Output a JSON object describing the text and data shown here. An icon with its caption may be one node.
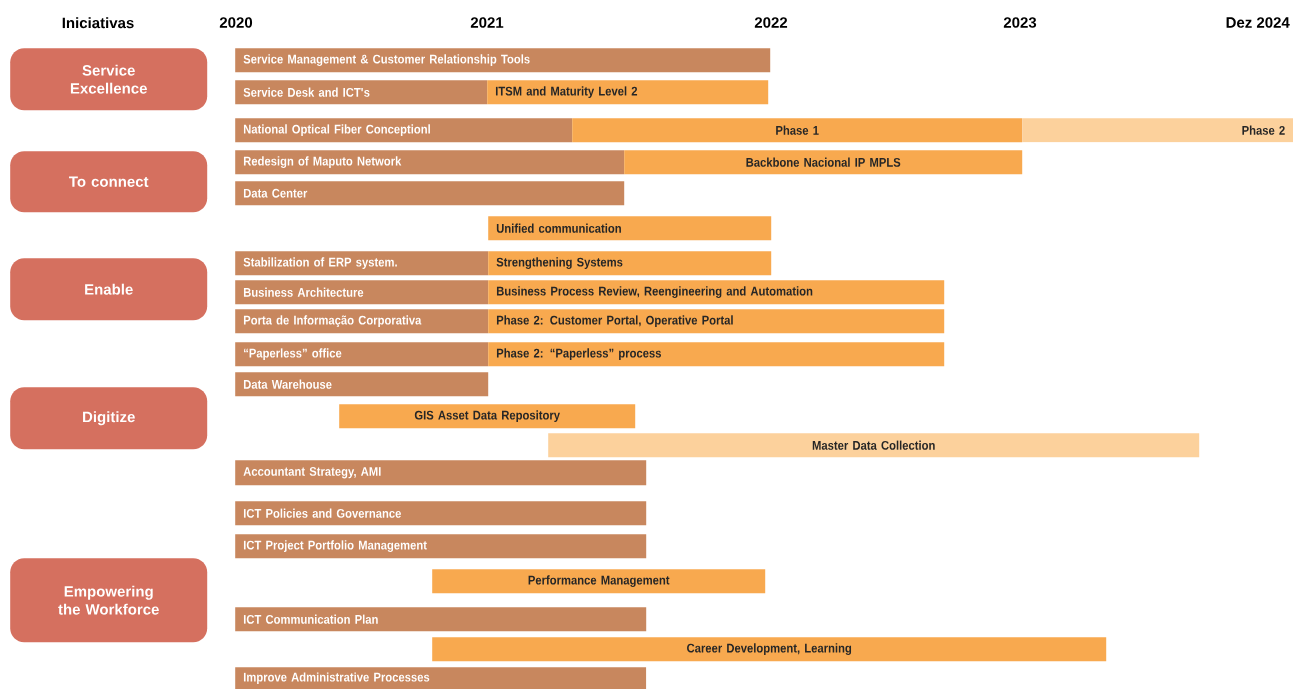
{
  "diagram": {
    "nodes": [
      {
        "text": [
          "Service Excellence"
        ]
      },
      {
        "text": [
          "Service Management & Customer Relationship Tools"
        ]
      },
      {
        "text": [
          "Service Desk and ICT's"
        ]
      },
      {
        "text": [
          "ITSM and Maturity Level 2"
        ]
      },
      {
        "text": [
          "National Optical Fiber Conceptionl"
        ]
      },
      {
        "text": [
          "Phase 1"
        ]
      },
      {
        "text": [
          "Phase 2"
        ]
      },
      {
        "text": [
          "To connect"
        ]
      },
      {
        "text": [
          "Redesign of Maputo Network"
        ]
      },
      {
        "text": [
          "Backbone Nacional IP MPLS"
        ]
      },
      {
        "text": [
          "Data Center"
        ]
      },
      {
        "text": [
          "Unified communication"
        ]
      },
      {
        "text": [
          "Enable"
        ]
      },
      {
        "text": [
          "Stabilization of ERP system."
        ]
      },
      {
        "text": [
          "Strengthening Systems"
        ]
      },
      {
        "text": [
          "Business Architecture"
        ]
      },
      {
        "text": [
          "Business Process Review, Reengineering and Automation"
        ]
      },
      {
        "text": [
          "Porta de Informação Corporativa"
        ]
      },
      {
        "text": [
          "Phase 2: Customer Portal, Operative Portal"
        ]
      },
      {
        "text": [
          "“Paperless” office"
        ]
      },
      {
        "text": [
          "Phase 2: “Paperless” process"
        ]
      },
      {
        "text": [
          "Data Warehouse"
        ]
      },
      {
        "text": [
          "Digitize"
        ]
      },
      {
        "text": [
          "GIS Asset Data Repository"
        ]
      },
      {
        "text": [
          "Master Data Collection"
        ]
      },
      {
        "text": [
          "Accountant Strategy, AMI"
        ]
      },
      {
        "text": [
          "ICT Policies and Governance"
        ]
      },
      {
        "text": [
          "ICT Project Portfolio Management"
        ]
      },
      {
        "text": [
          "Empowering the Workforce"
        ]
      },
      {
        "text": [
          "Performance Management"
        ]
      },
      {
        "text": [
          "ICT Communication Plan"
        ]
      },
      {
        "text": [
          "Career Development, Learning"
        ]
      },
      {
        "text": [
          "Improve Administrative Processes"
        ]
      }
    ],
    "labels": [
      "Iniciativas",
      "2020",
      "2021",
      "2022",
      "2023",
      "Dez 2024"
    ]
  }
}
